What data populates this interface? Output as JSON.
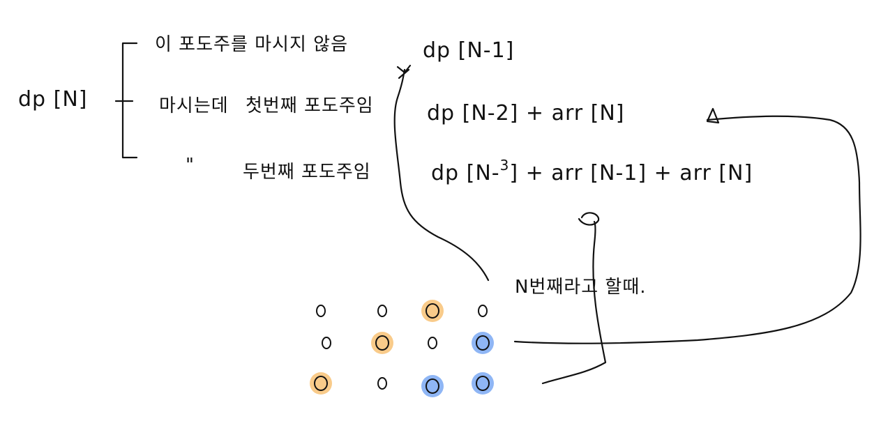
{
  "lhs": "dp [N]",
  "cases": [
    {
      "label": "이 포도주를 마시지 않음",
      "formula": "dp [N-1]"
    },
    {
      "label_prefix": "마시는데",
      "label_suffix": "첫번째 포도주임",
      "formula": "dp [N-2] + arr [N]"
    },
    {
      "label_prefix": "\"",
      "label_suffix": "두번째 포도주임",
      "formula_main": "dp [N-",
      "formula_sup": "3",
      "formula_rest": "] + arr [N-1] + arr [N]"
    }
  ],
  "note": "N번째라고 할때.",
  "grid": {
    "colors": {
      "orange": "#F9CB8A",
      "blue": "#8FB6F5",
      "none": "transparent"
    },
    "rows": [
      [
        "none",
        "none",
        "orange",
        "none"
      ],
      [
        "none",
        "orange",
        "none",
        "blue"
      ],
      [
        "orange",
        "none",
        "blue",
        "blue"
      ]
    ]
  }
}
